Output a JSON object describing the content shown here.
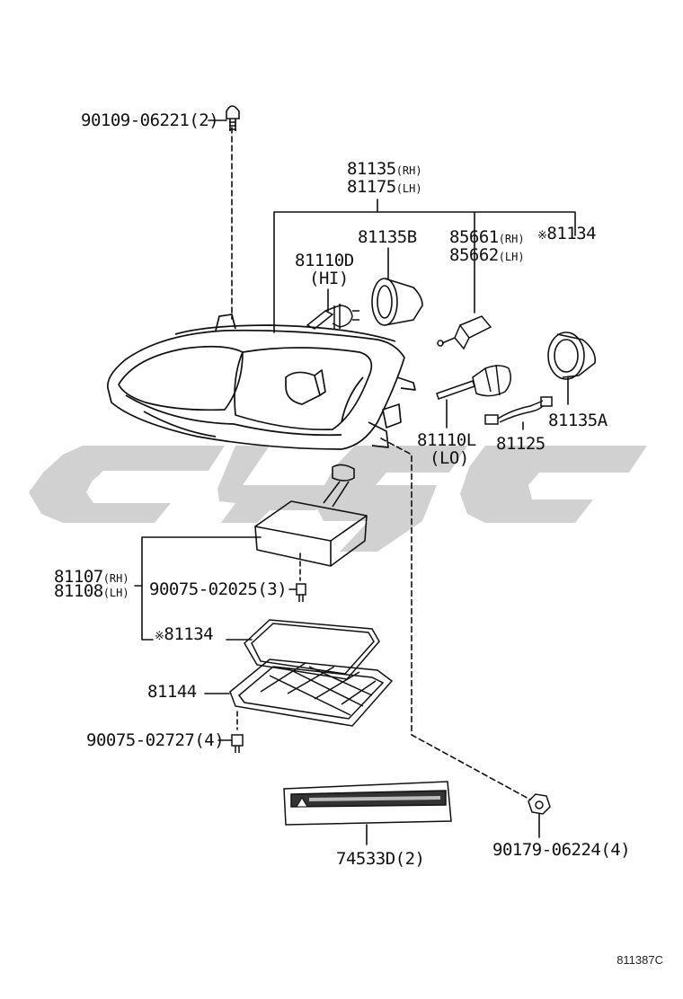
{
  "watermark_color": "#cfcfcf",
  "labels": {
    "screw_top": "90109-06221(2)",
    "lamp_rh": "81135",
    "lamp_rh_side": "(RH)",
    "lamp_lh": "81175",
    "lamp_lh_side": "(LH)",
    "cover_b": "81135B",
    "bulb_hi": "81110D",
    "bulb_hi_note": "(HI)",
    "discharge_rh": "85661",
    "discharge_rh_side": "(RH)",
    "discharge_lh": "85662",
    "discharge_lh_side": "(LH)",
    "mark": "※",
    "gasket_top": "81134",
    "bulb_lo": "81110L",
    "bulb_lo_note": "(LO)",
    "cord": "81125",
    "cover_a": "81135A",
    "computer_rh": "81107",
    "computer_rh_side": "(RH)",
    "computer_lh": "81108",
    "computer_lh_side": "(LH)",
    "screw_computer": "90075-02025(3)",
    "gasket_bottom": "81134",
    "bracket": "81144",
    "screw_bracket": "90075-02727(4)",
    "caution_label": "74533D(2)",
    "nut": "90179-06224(4)",
    "figure_number": "811387C"
  }
}
